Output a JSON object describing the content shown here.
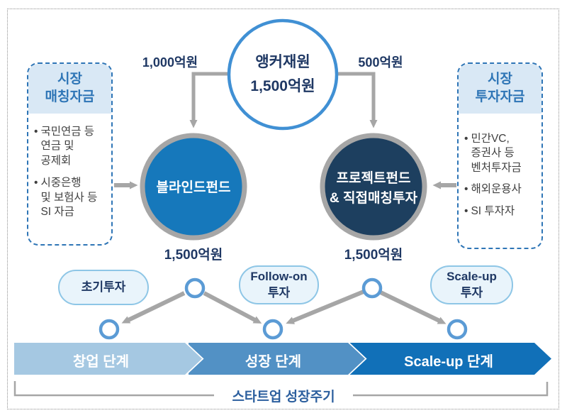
{
  "diagram": {
    "anchor": {
      "title": "앵커재원",
      "amount": "1,500억원"
    },
    "allocations": {
      "blind_fund_amount": "1,000억원",
      "project_fund_amount": "500억원"
    },
    "left_panel": {
      "header": "시장\n매칭자금",
      "items": [
        "국민연금 등\n연금 및\n공제회",
        "시중은행\n및 보험사 등\nSI 자금"
      ]
    },
    "right_panel": {
      "header": "시장\n투자자금",
      "items": [
        "민간VC,\n증권사 등\n벤처투자금",
        "해외운용사",
        "SI 투자자"
      ]
    },
    "funds": {
      "blind": {
        "label": "블라인드펀드",
        "amount": "1,500억원"
      },
      "project": {
        "label": "프로젝트펀드\n& 직접매칭투자",
        "amount": "1,500억원"
      }
    },
    "investment_pills": [
      "초기투자",
      "Follow-on\n투자",
      "Scale-up\n투자"
    ],
    "stages": [
      "창업 단계",
      "성장 단계",
      "Scale-up 단계"
    ],
    "footer_label": "스타트업 성장주기",
    "bullet": "•"
  },
  "colors": {
    "navy_text": "#1f3864",
    "blue_accent": "#2e75b6",
    "anchor_ring": "#4090d4",
    "blind_fund_fill": "#1678bb",
    "project_fund_fill": "#1d3f5f",
    "gray_connector": "#a6a6a6",
    "panel_header_bg": "#d9e8f5",
    "pill_bg": "#e9f4fb",
    "pill_border": "#8ec6e6",
    "node_ring": "#5b9bd5",
    "stage1_fill": "#a5c8e2",
    "stage2_fill": "#5291c5",
    "stage3_fill": "#1170b8",
    "footer_text": "#2c5f9e"
  }
}
